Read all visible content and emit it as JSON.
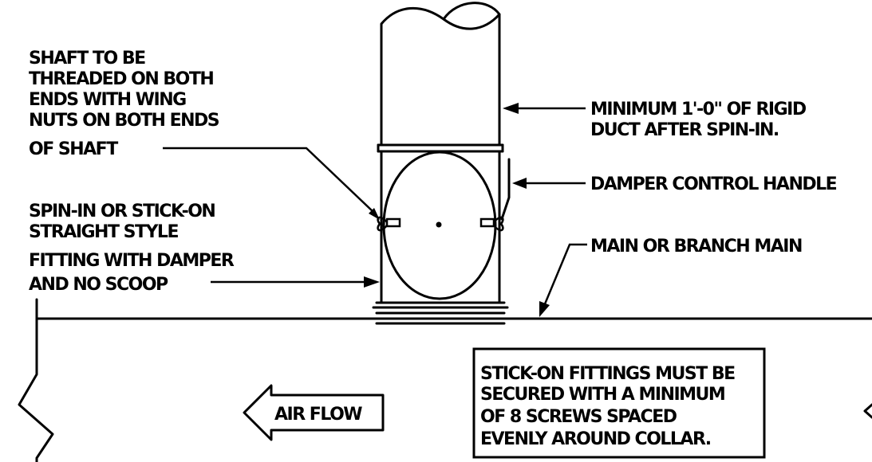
{
  "notes": {
    "shaft_note": [
      "SHAFT TO BE",
      "THREADED ON BOTH",
      "ENDS WITH WING",
      "NUTS ON BOTH ENDS",
      "OF SHAFT"
    ],
    "fitting_note": [
      "SPIN-IN OR STICK-ON",
      "STRAIGHT STYLE",
      "FITTING  WITH DAMPER",
      "AND NO SCOOP"
    ],
    "rigid_duct_note": [
      "MINIMUM 1'-0\" OF RIGID",
      "DUCT AFTER SPIN-IN."
    ],
    "damper_handle_label": "DAMPER CONTROL HANDLE",
    "main_label": "MAIN OR BRANCH MAIN",
    "stick_on_box": [
      "STICK-ON FITTINGS MUST BE",
      "SECURED WITH A MINIMUM",
      "OF 8 SCREWS SPACED",
      "EVENLY AROUND COLLAR."
    ],
    "air_flow_label": "AIR FLOW"
  },
  "colors": {
    "line": "#000000",
    "background": "#ffffff"
  }
}
